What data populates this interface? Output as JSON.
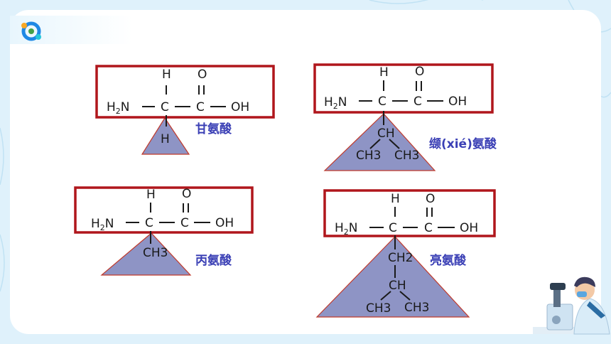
{
  "palette": {
    "frame": "#b0161c",
    "triangle": "#8e94c5",
    "triangle_stroke": "#c0392b",
    "name_color": "#3a3fb5",
    "background": "#dff1fb"
  },
  "logo": {
    "icon": "molecule-logo-icon"
  },
  "backbone": {
    "h": "H",
    "o": "O",
    "h2n_h": "H",
    "h2n_sub": "2",
    "h2n_n": "N",
    "c": "C",
    "oh": "OH"
  },
  "molecules": [
    {
      "name": "甘氨酸",
      "r_lines": [
        "H"
      ]
    },
    {
      "name": "缬(xié)氨酸",
      "r_lines": [
        "CH",
        "CH3",
        "CH3"
      ]
    },
    {
      "name": "丙氨酸",
      "r_lines": [
        "CH3"
      ]
    },
    {
      "name": "亮氨酸",
      "r_lines": [
        "CH2",
        "CH",
        "CH3",
        "CH3"
      ]
    }
  ],
  "illustration": {
    "icon": "scientist-microscope-icon"
  }
}
